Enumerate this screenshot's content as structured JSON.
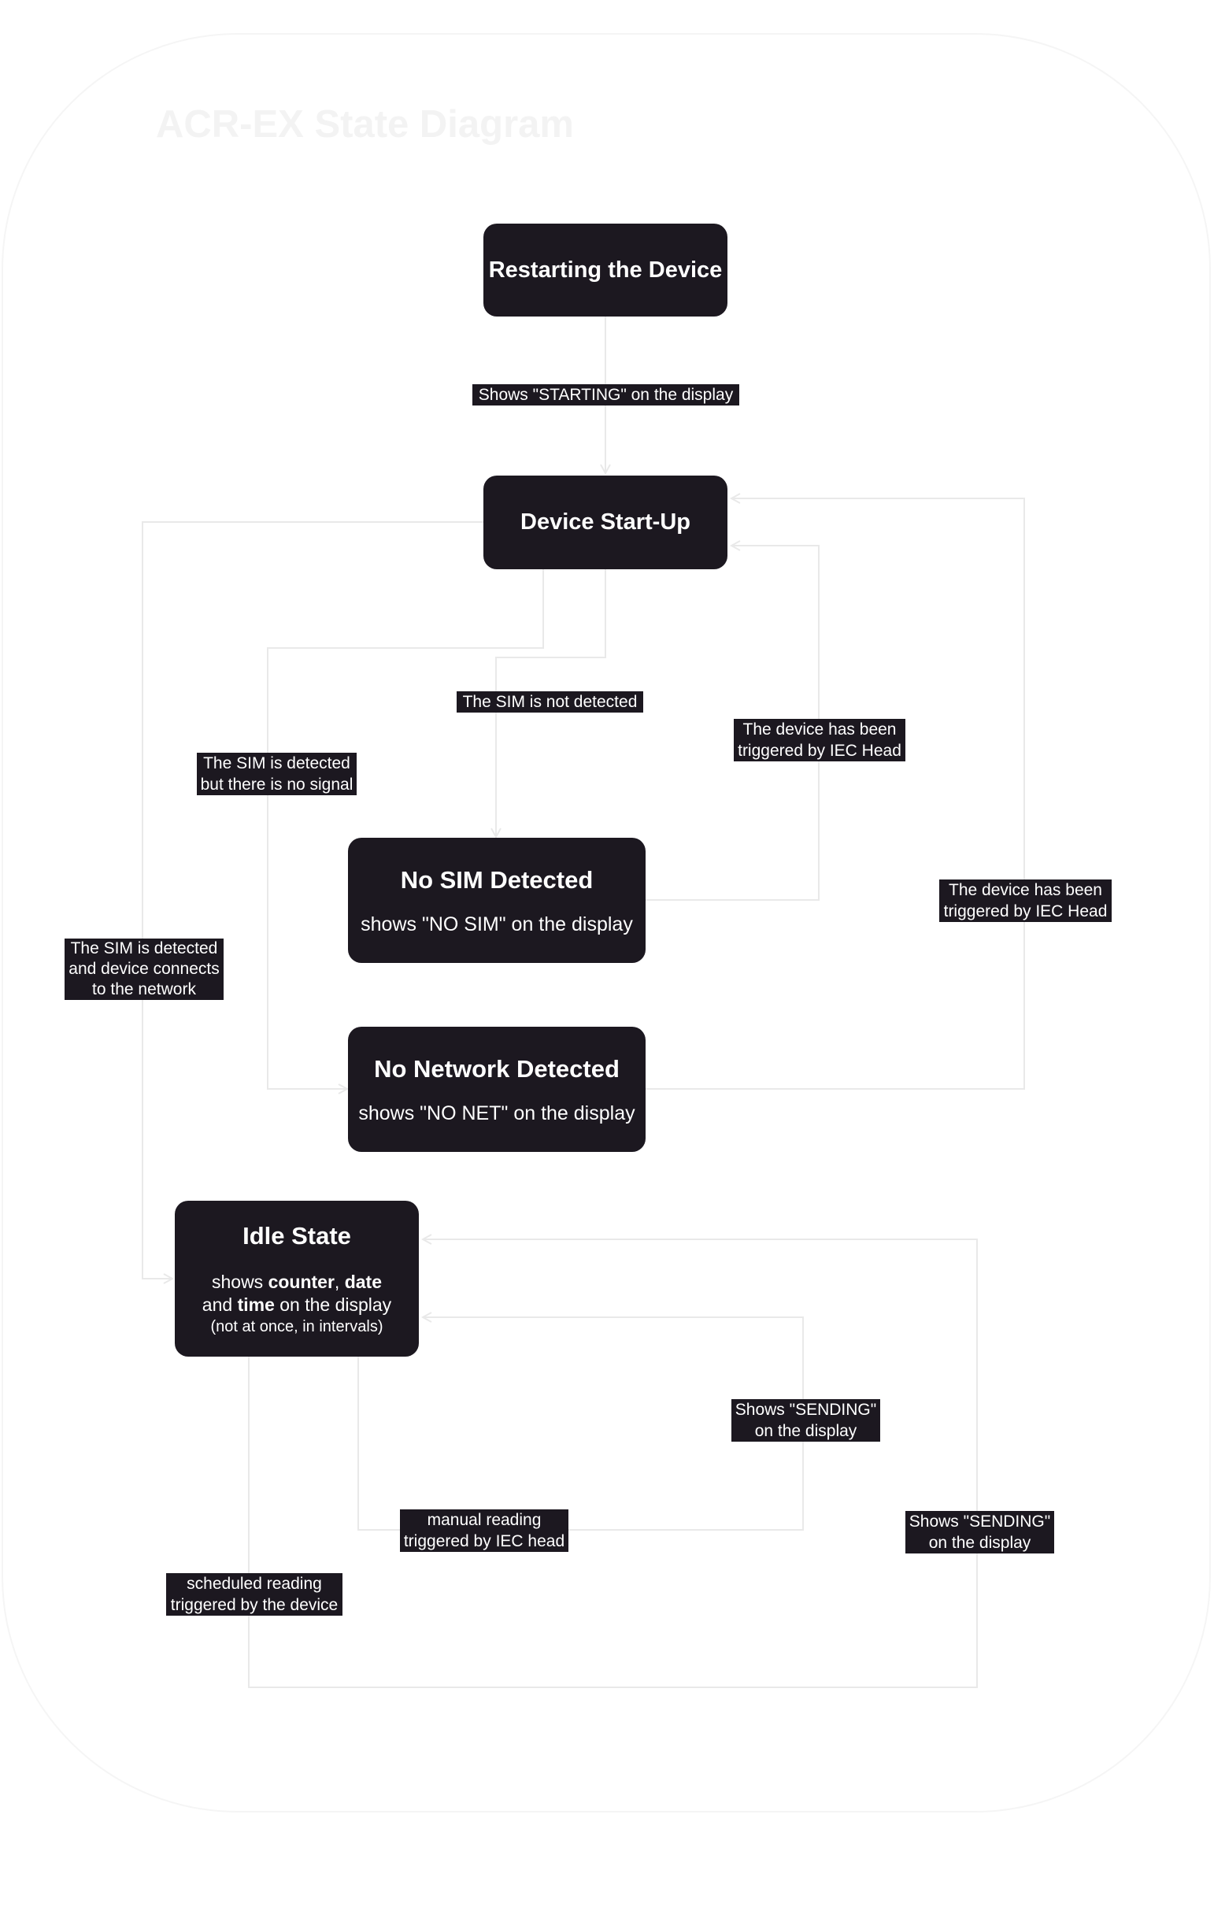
{
  "diagram": {
    "title": "ACR-EX State Diagram",
    "colors": {
      "node_fill": "#1c1820",
      "node_text": "#ffffff",
      "edge": "#e9e9e9",
      "frame": "#f5f5f5",
      "title": "#f3f3f3"
    }
  },
  "states": {
    "restarting": {
      "title": "Restarting the Device"
    },
    "startup": {
      "title": "Device Start-Up"
    },
    "nosim": {
      "title": "No SIM Detected",
      "subtitle": "shows \"NO SIM\" on the display"
    },
    "nonet": {
      "title": "No Network Detected",
      "subtitle": "shows \"NO NET\" on the display"
    },
    "idle": {
      "title": "Idle State",
      "desc_1": "shows ",
      "desc_counter": "counter",
      "desc_2": ", ",
      "desc_date": "date",
      "desc_3": "and ",
      "desc_time": "time",
      "desc_4": " on the display",
      "note": "(not at once, in intervals)"
    }
  },
  "transitions": {
    "starting": "Shows \"STARTING\" on the display",
    "sim_not_detected": "The SIM is not detected",
    "sim_no_signal": "The SIM is detected\nbut there is no signal",
    "sim_connects": "The SIM is detected\nand device connects\nto the network",
    "iec_nosim": "The device has been\ntriggered by IEC Head",
    "iec_nonet": "The device has been\ntriggered by IEC Head",
    "sending_manual": "Shows \"SENDING\"\non the display",
    "sending_scheduled": "Shows \"SENDING\"\non the display",
    "manual_reading": "manual reading\ntriggered by IEC head",
    "scheduled_reading": "scheduled reading\ntriggered by the device"
  }
}
